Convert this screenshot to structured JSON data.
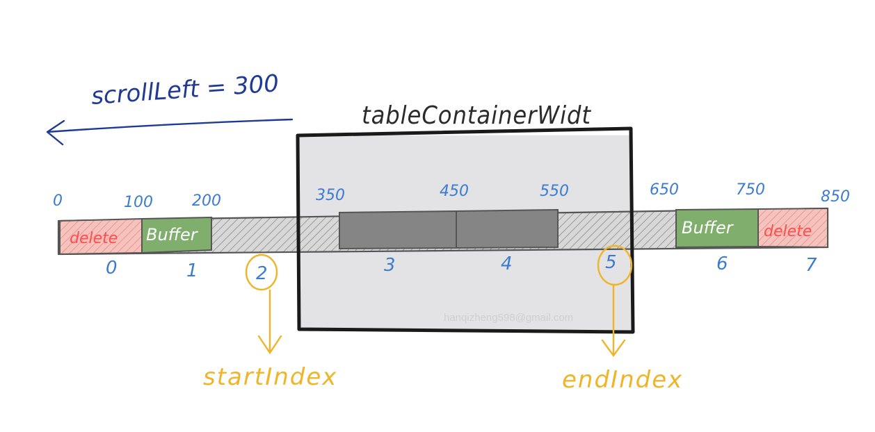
{
  "scroll_left_label": "scrollLeft = 300",
  "container_label": "tableContainerWidt",
  "tick_labels": [
    "0",
    "100",
    "200",
    "350",
    "450",
    "550",
    "650",
    "750",
    "850"
  ],
  "index_labels": [
    "0",
    "1",
    "2",
    "3",
    "4",
    "5",
    "6",
    "7"
  ],
  "cells": {
    "delete_left": "delete",
    "buffer_left": "Buffer",
    "buffer_right": "Buffer",
    "delete_right": "delete"
  },
  "pointers": {
    "start": "startIndex",
    "end": "endIndex"
  },
  "watermark": "hanqizheng598@gmail.com",
  "colors": {
    "scroll_ink": "#1f3a93",
    "number_ink": "#3b7bd0",
    "pointer_ink": "#f0b428",
    "delete_fill": "#f3b5b0",
    "delete_text": "#ff4d4d",
    "buffer_fill": "#7fae6d",
    "visible_cell_fill": "#858585",
    "container_fill": "#e3e2e4",
    "strip_fill": "#cfcfcf"
  }
}
